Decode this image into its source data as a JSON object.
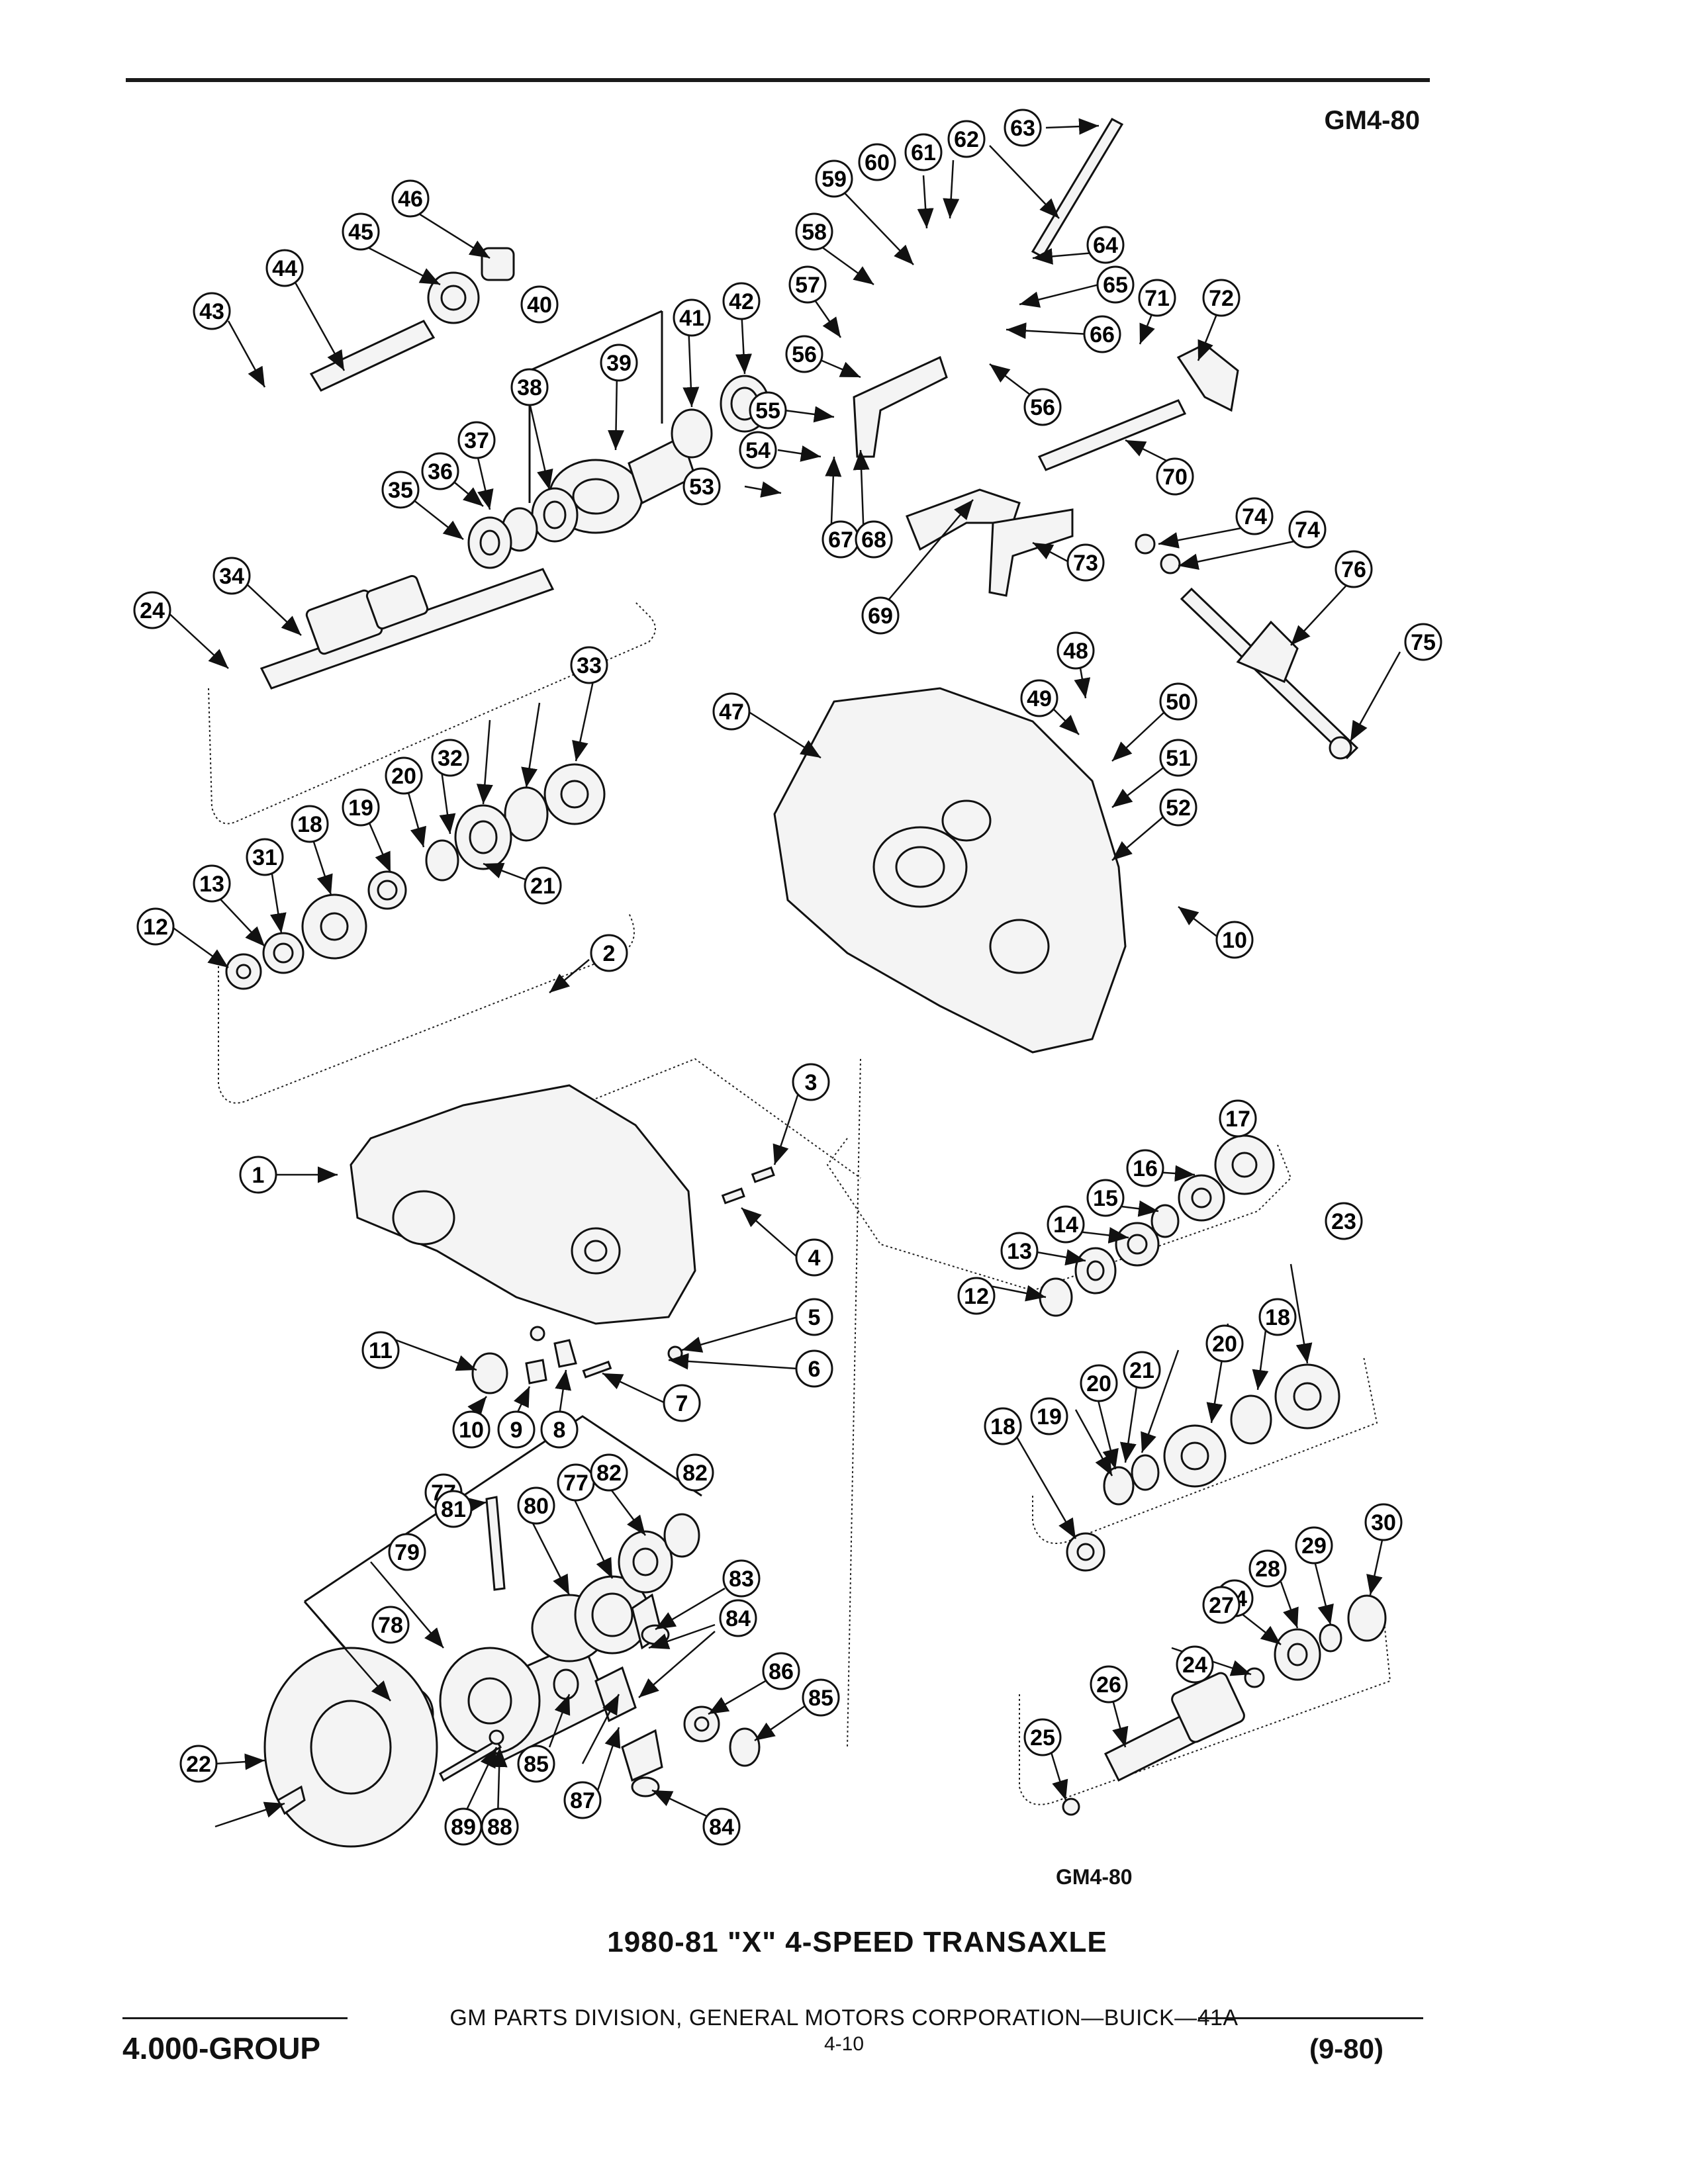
{
  "header": {
    "code": "GM4-80"
  },
  "caption": {
    "code": "GM4-80",
    "title": "1980-81 \"X\" 4-SPEED TRANSAXLE"
  },
  "footer": {
    "source": "GM PARTS DIVISION, GENERAL MOTORS CORPORATION—BUICK—41A",
    "group": "4.000-GROUP",
    "page": "4-10",
    "revision": "(9-80)"
  },
  "callouts": [
    "1",
    "2",
    "3",
    "4",
    "5",
    "6",
    "7",
    "8",
    "9",
    "10",
    "10",
    "11",
    "12",
    "12",
    "13",
    "13",
    "14",
    "15",
    "16",
    "17",
    "18",
    "18",
    "18",
    "19",
    "19",
    "20",
    "20",
    "20",
    "21",
    "21",
    "23",
    "24",
    "24",
    "24",
    "25",
    "26",
    "27",
    "28",
    "29",
    "30",
    "31",
    "32",
    "33",
    "34",
    "35",
    "36",
    "37",
    "38",
    "39",
    "40",
    "41",
    "42",
    "43",
    "44",
    "45",
    "46",
    "47",
    "48",
    "49",
    "50",
    "51",
    "52",
    "53",
    "54",
    "55",
    "56",
    "56",
    "57",
    "58",
    "59",
    "60",
    "61",
    "62",
    "63",
    "64",
    "65",
    "66",
    "67",
    "68",
    "69",
    "70",
    "71",
    "72",
    "73",
    "74",
    "74",
    "75",
    "76",
    "77",
    "77",
    "78",
    "79",
    "80",
    "81",
    "82",
    "82",
    "83",
    "84",
    "84",
    "85",
    "85",
    "86",
    "87",
    "88",
    "89",
    "22"
  ]
}
